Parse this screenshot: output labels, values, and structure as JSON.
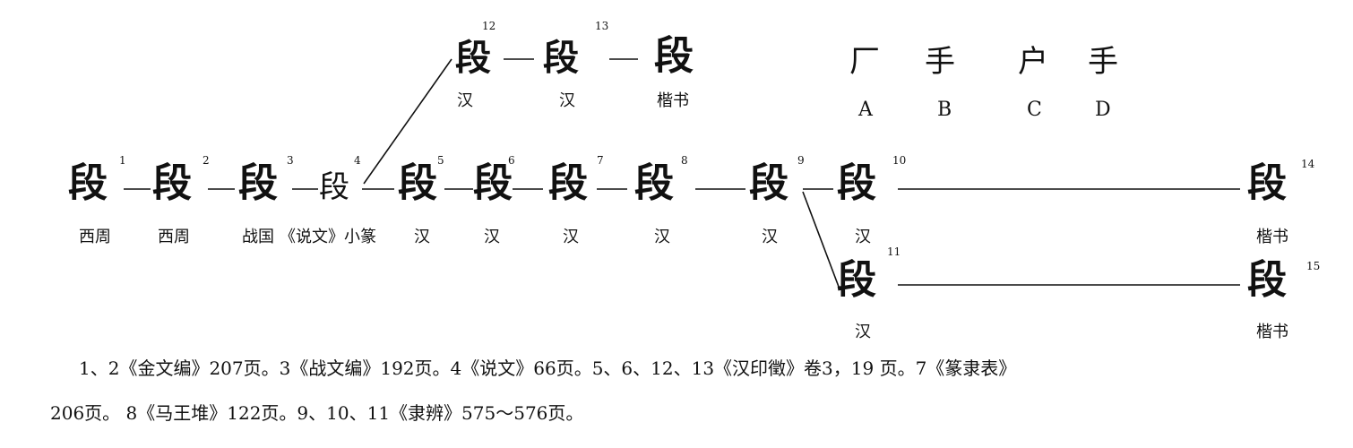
{
  "stages": {
    "s1": {
      "num": "1",
      "glyph": "段",
      "label": "西周"
    },
    "s2": {
      "num": "2",
      "glyph": "段",
      "label": "西周"
    },
    "s3": {
      "num": "3",
      "glyph": "段",
      "label": "战国"
    },
    "s4": {
      "num": "4",
      "glyph": "段",
      "label": "《说文》小篆"
    },
    "s5": {
      "num": "5",
      "glyph": "段",
      "label": "汉"
    },
    "s6": {
      "num": "6",
      "glyph": "段",
      "label": "汉"
    },
    "s7": {
      "num": "7",
      "glyph": "段",
      "label": "汉"
    },
    "s8": {
      "num": "8",
      "glyph": "段",
      "label": "汉"
    },
    "s9": {
      "num": "9",
      "glyph": "段",
      "label": "汉"
    },
    "s10": {
      "num": "10",
      "glyph": "段",
      "label": "汉"
    },
    "s11": {
      "num": "11",
      "glyph": "段",
      "label": "汉"
    },
    "s12": {
      "num": "12",
      "glyph": "段",
      "label": "汉"
    },
    "s13": {
      "num": "13",
      "glyph": "段",
      "label": "汉"
    },
    "s14": {
      "num": "14",
      "glyph": "段",
      "label": "楷书"
    },
    "s15": {
      "num": "15",
      "glyph": "段",
      "label": "楷书"
    },
    "top_kaishu": {
      "glyph": "段",
      "label": "楷书"
    }
  },
  "components": [
    {
      "letter": "A",
      "glyph": "厂"
    },
    {
      "letter": "B",
      "glyph": "手"
    },
    {
      "letter": "C",
      "glyph": "户"
    },
    {
      "letter": "D",
      "glyph": "手"
    }
  ],
  "notes": {
    "line1": "1、2《金文编》207页。3《战文编》192页。4《说文》66页。5、6、12、13《汉印徵》卷3，19 页。7《篆隶表》",
    "line2": "206页。 8《马王堆》122页。9、10、11《隶辨》575～576页。"
  }
}
